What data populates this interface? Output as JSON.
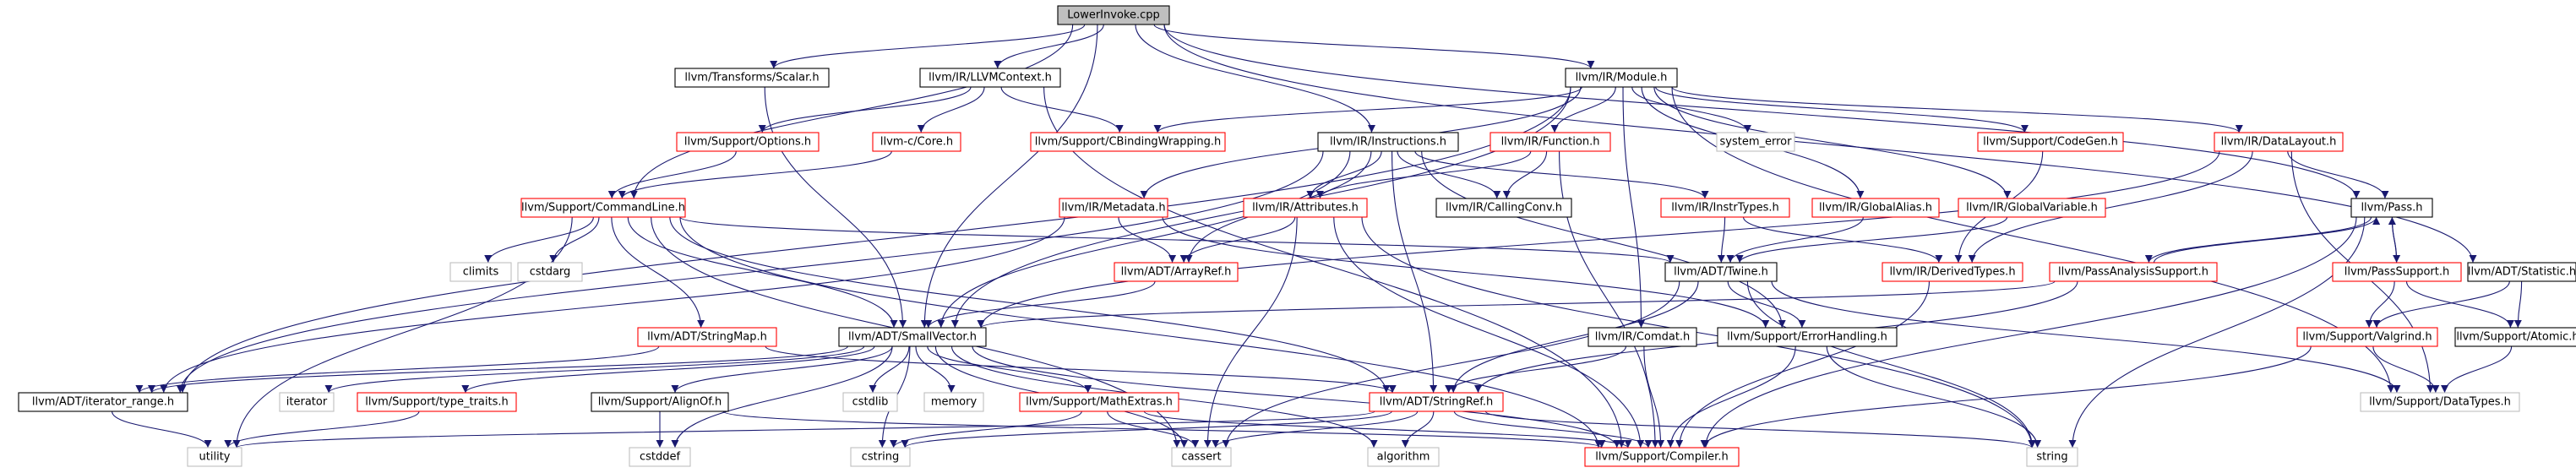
{
  "colors": {
    "edge": "#191970",
    "root_fill": "#bfbfbf",
    "red_border": "#ff0000",
    "black_border": "#000000",
    "gray_border": "#bfbfbf"
  },
  "nodes": [
    {
      "id": "root",
      "label": "LowerInvoke.cpp",
      "style": "root"
    },
    {
      "id": "scalar",
      "label": "llvm/Transforms/Scalar.h",
      "style": "black"
    },
    {
      "id": "llvmcontext",
      "label": "llvm/IR/LLVMContext.h",
      "style": "black"
    },
    {
      "id": "module",
      "label": "llvm/IR/Module.h",
      "style": "black"
    },
    {
      "id": "options",
      "label": "llvm/Support/Options.h",
      "style": "red"
    },
    {
      "id": "ccore",
      "label": "llvm-c/Core.h",
      "style": "red"
    },
    {
      "id": "cbinding",
      "label": "llvm/Support/CBindingWrapping.h",
      "style": "red"
    },
    {
      "id": "instructions",
      "label": "llvm/IR/Instructions.h",
      "style": "black"
    },
    {
      "id": "function",
      "label": "llvm/IR/Function.h",
      "style": "red"
    },
    {
      "id": "system_error",
      "label": "system_error",
      "style": "gray"
    },
    {
      "id": "codegen",
      "label": "llvm/Support/CodeGen.h",
      "style": "red"
    },
    {
      "id": "datalayout",
      "label": "llvm/IR/DataLayout.h",
      "style": "red"
    },
    {
      "id": "commandline",
      "label": "llvm/Support/CommandLine.h",
      "style": "red"
    },
    {
      "id": "metadata",
      "label": "llvm/IR/Metadata.h",
      "style": "red"
    },
    {
      "id": "attributes",
      "label": "llvm/IR/Attributes.h",
      "style": "red"
    },
    {
      "id": "callingconv",
      "label": "llvm/IR/CallingConv.h",
      "style": "black"
    },
    {
      "id": "instrtypes",
      "label": "llvm/IR/InstrTypes.h",
      "style": "red"
    },
    {
      "id": "globalalias",
      "label": "llvm/IR/GlobalAlias.h",
      "style": "red"
    },
    {
      "id": "globalvariable",
      "label": "llvm/IR/GlobalVariable.h",
      "style": "red"
    },
    {
      "id": "pass",
      "label": "llvm/Pass.h",
      "style": "black"
    },
    {
      "id": "climits",
      "label": "climits",
      "style": "gray"
    },
    {
      "id": "cstdarg",
      "label": "cstdarg",
      "style": "gray"
    },
    {
      "id": "arrayref",
      "label": "llvm/ADT/ArrayRef.h",
      "style": "red"
    },
    {
      "id": "twine",
      "label": "llvm/ADT/Twine.h",
      "style": "black"
    },
    {
      "id": "derivedtypes",
      "label": "llvm/IR/DerivedTypes.h",
      "style": "red"
    },
    {
      "id": "passanalysis",
      "label": "llvm/PassAnalysisSupport.h",
      "style": "red"
    },
    {
      "id": "passsupport",
      "label": "llvm/PassSupport.h",
      "style": "red"
    },
    {
      "id": "statistic",
      "label": "llvm/ADT/Statistic.h",
      "style": "black"
    },
    {
      "id": "stringmap",
      "label": "llvm/ADT/StringMap.h",
      "style": "red"
    },
    {
      "id": "smallvector",
      "label": "llvm/ADT/SmallVector.h",
      "style": "black"
    },
    {
      "id": "comdat",
      "label": "llvm/IR/Comdat.h",
      "style": "black"
    },
    {
      "id": "errorhandling",
      "label": "llvm/Support/ErrorHandling.h",
      "style": "black"
    },
    {
      "id": "valgrind",
      "label": "llvm/Support/Valgrind.h",
      "style": "red"
    },
    {
      "id": "atomic",
      "label": "llvm/Support/Atomic.h",
      "style": "black"
    },
    {
      "id": "iterrange",
      "label": "llvm/ADT/iterator_range.h",
      "style": "black"
    },
    {
      "id": "iterator",
      "label": "iterator",
      "style": "gray"
    },
    {
      "id": "typetraits",
      "label": "llvm/Support/type_traits.h",
      "style": "red"
    },
    {
      "id": "alignof",
      "label": "llvm/Support/AlignOf.h",
      "style": "black"
    },
    {
      "id": "cstdlib",
      "label": "cstdlib",
      "style": "gray"
    },
    {
      "id": "memory",
      "label": "memory",
      "style": "gray"
    },
    {
      "id": "mathextras",
      "label": "llvm/Support/MathExtras.h",
      "style": "red"
    },
    {
      "id": "stringref",
      "label": "llvm/ADT/StringRef.h",
      "style": "red"
    },
    {
      "id": "datatypes",
      "label": "llvm/Support/DataTypes.h",
      "style": "gray"
    },
    {
      "id": "utility",
      "label": "utility",
      "style": "gray"
    },
    {
      "id": "cstddef",
      "label": "cstddef",
      "style": "gray"
    },
    {
      "id": "cstring",
      "label": "cstring",
      "style": "gray"
    },
    {
      "id": "cassert",
      "label": "cassert",
      "style": "gray"
    },
    {
      "id": "algorithm",
      "label": "algorithm",
      "style": "gray"
    },
    {
      "id": "compiler",
      "label": "llvm/Support/Compiler.h",
      "style": "red"
    },
    {
      "id": "string",
      "label": "string",
      "style": "gray"
    }
  ],
  "edges": [
    [
      "root",
      "scalar"
    ],
    [
      "root",
      "llvmcontext"
    ],
    [
      "root",
      "module"
    ],
    [
      "root",
      "instructions"
    ],
    [
      "root",
      "commandline"
    ],
    [
      "root",
      "smallvector"
    ],
    [
      "root",
      "pass"
    ],
    [
      "root",
      "statistic"
    ],
    [
      "scalar",
      "smallvector"
    ],
    [
      "llvmcontext",
      "options"
    ],
    [
      "llvmcontext",
      "ccore"
    ],
    [
      "llvmcontext",
      "cbinding"
    ],
    [
      "llvmcontext",
      "compiler"
    ],
    [
      "module",
      "cbinding"
    ],
    [
      "module",
      "function"
    ],
    [
      "module",
      "system_error"
    ],
    [
      "module",
      "codegen"
    ],
    [
      "module",
      "datalayout"
    ],
    [
      "module",
      "comdat"
    ],
    [
      "module",
      "iterrange"
    ],
    [
      "module",
      "globalalias"
    ],
    [
      "module",
      "globalvariable"
    ],
    [
      "module",
      "datatypes"
    ],
    [
      "module",
      "metadata"
    ],
    [
      "module",
      "smallvector"
    ],
    [
      "options",
      "commandline"
    ],
    [
      "ccore",
      "commandline"
    ],
    [
      "instructions",
      "callingconv"
    ],
    [
      "instructions",
      "attributes"
    ],
    [
      "instructions",
      "instrtypes"
    ],
    [
      "instructions",
      "arrayref"
    ],
    [
      "instructions",
      "errorhandling"
    ],
    [
      "instructions",
      "iterrange"
    ],
    [
      "instructions",
      "smallvector"
    ],
    [
      "instructions",
      "stringref"
    ],
    [
      "function",
      "callingconv"
    ],
    [
      "function",
      "attributes"
    ],
    [
      "function",
      "compiler"
    ],
    [
      "codegen",
      "derivedtypes"
    ],
    [
      "datalayout",
      "pass"
    ],
    [
      "datalayout",
      "derivedtypes"
    ],
    [
      "datalayout",
      "smallvector"
    ],
    [
      "datalayout",
      "datatypes"
    ],
    [
      "commandline",
      "climits"
    ],
    [
      "commandline",
      "cstdarg"
    ],
    [
      "commandline",
      "stringmap"
    ],
    [
      "commandline",
      "smallvector"
    ],
    [
      "commandline",
      "twine"
    ],
    [
      "commandline",
      "utility"
    ],
    [
      "commandline",
      "cassert"
    ],
    [
      "commandline",
      "compiler"
    ],
    [
      "commandline",
      "stringref"
    ],
    [
      "metadata",
      "arrayref"
    ],
    [
      "metadata",
      "errorhandling"
    ],
    [
      "metadata",
      "iterrange"
    ],
    [
      "attributes",
      "arrayref"
    ],
    [
      "attributes",
      "cassert"
    ],
    [
      "attributes",
      "compiler"
    ],
    [
      "attributes",
      "string"
    ],
    [
      "instrtypes",
      "twine"
    ],
    [
      "instrtypes",
      "derivedtypes"
    ],
    [
      "globalalias",
      "twine"
    ],
    [
      "globalvariable",
      "twine"
    ],
    [
      "pass",
      "passanalysis"
    ],
    [
      "pass",
      "passsupport"
    ],
    [
      "pass",
      "compiler"
    ],
    [
      "pass",
      "string"
    ],
    [
      "arrayref",
      "smallvector"
    ],
    [
      "twine",
      "errorhandling"
    ],
    [
      "twine",
      "stringref"
    ],
    [
      "twine",
      "datatypes"
    ],
    [
      "twine",
      "cassert"
    ],
    [
      "twine",
      "string"
    ],
    [
      "derivedtypes",
      "compiler"
    ],
    [
      "passanalysis",
      "pass"
    ],
    [
      "passanalysis",
      "smallvector"
    ],
    [
      "passanalysis",
      "stringref"
    ],
    [
      "passsupport",
      "pass"
    ],
    [
      "passsupport",
      "valgrind"
    ],
    [
      "passsupport",
      "atomic"
    ],
    [
      "statistic",
      "atomic"
    ],
    [
      "statistic",
      "valgrind"
    ],
    [
      "stringmap",
      "iterrange"
    ],
    [
      "stringmap",
      "stringref"
    ],
    [
      "smallvector",
      "iterrange"
    ],
    [
      "smallvector",
      "iterator"
    ],
    [
      "smallvector",
      "typetraits"
    ],
    [
      "smallvector",
      "alignof"
    ],
    [
      "smallvector",
      "cstdlib"
    ],
    [
      "smallvector",
      "memory"
    ],
    [
      "smallvector",
      "mathextras"
    ],
    [
      "smallvector",
      "cassert"
    ],
    [
      "smallvector",
      "cstddef"
    ],
    [
      "smallvector",
      "compiler"
    ],
    [
      "smallvector",
      "algorithm"
    ],
    [
      "smallvector",
      "cstring"
    ],
    [
      "comdat",
      "stringref"
    ],
    [
      "comdat",
      "compiler"
    ],
    [
      "errorhandling",
      "compiler"
    ],
    [
      "errorhandling",
      "string"
    ],
    [
      "valgrind",
      "compiler"
    ],
    [
      "valgrind",
      "datatypes"
    ],
    [
      "atomic",
      "datatypes"
    ],
    [
      "iterrange",
      "utility"
    ],
    [
      "typetraits",
      "utility"
    ],
    [
      "alignof",
      "cstddef"
    ],
    [
      "alignof",
      "compiler"
    ],
    [
      "mathextras",
      "cassert"
    ],
    [
      "mathextras",
      "cstring"
    ],
    [
      "mathextras",
      "compiler"
    ],
    [
      "stringref",
      "compiler"
    ],
    [
      "stringref",
      "algorithm"
    ],
    [
      "stringref",
      "cassert"
    ],
    [
      "stringref",
      "cstring"
    ],
    [
      "stringref",
      "string"
    ],
    [
      "stringref",
      "utility"
    ]
  ]
}
